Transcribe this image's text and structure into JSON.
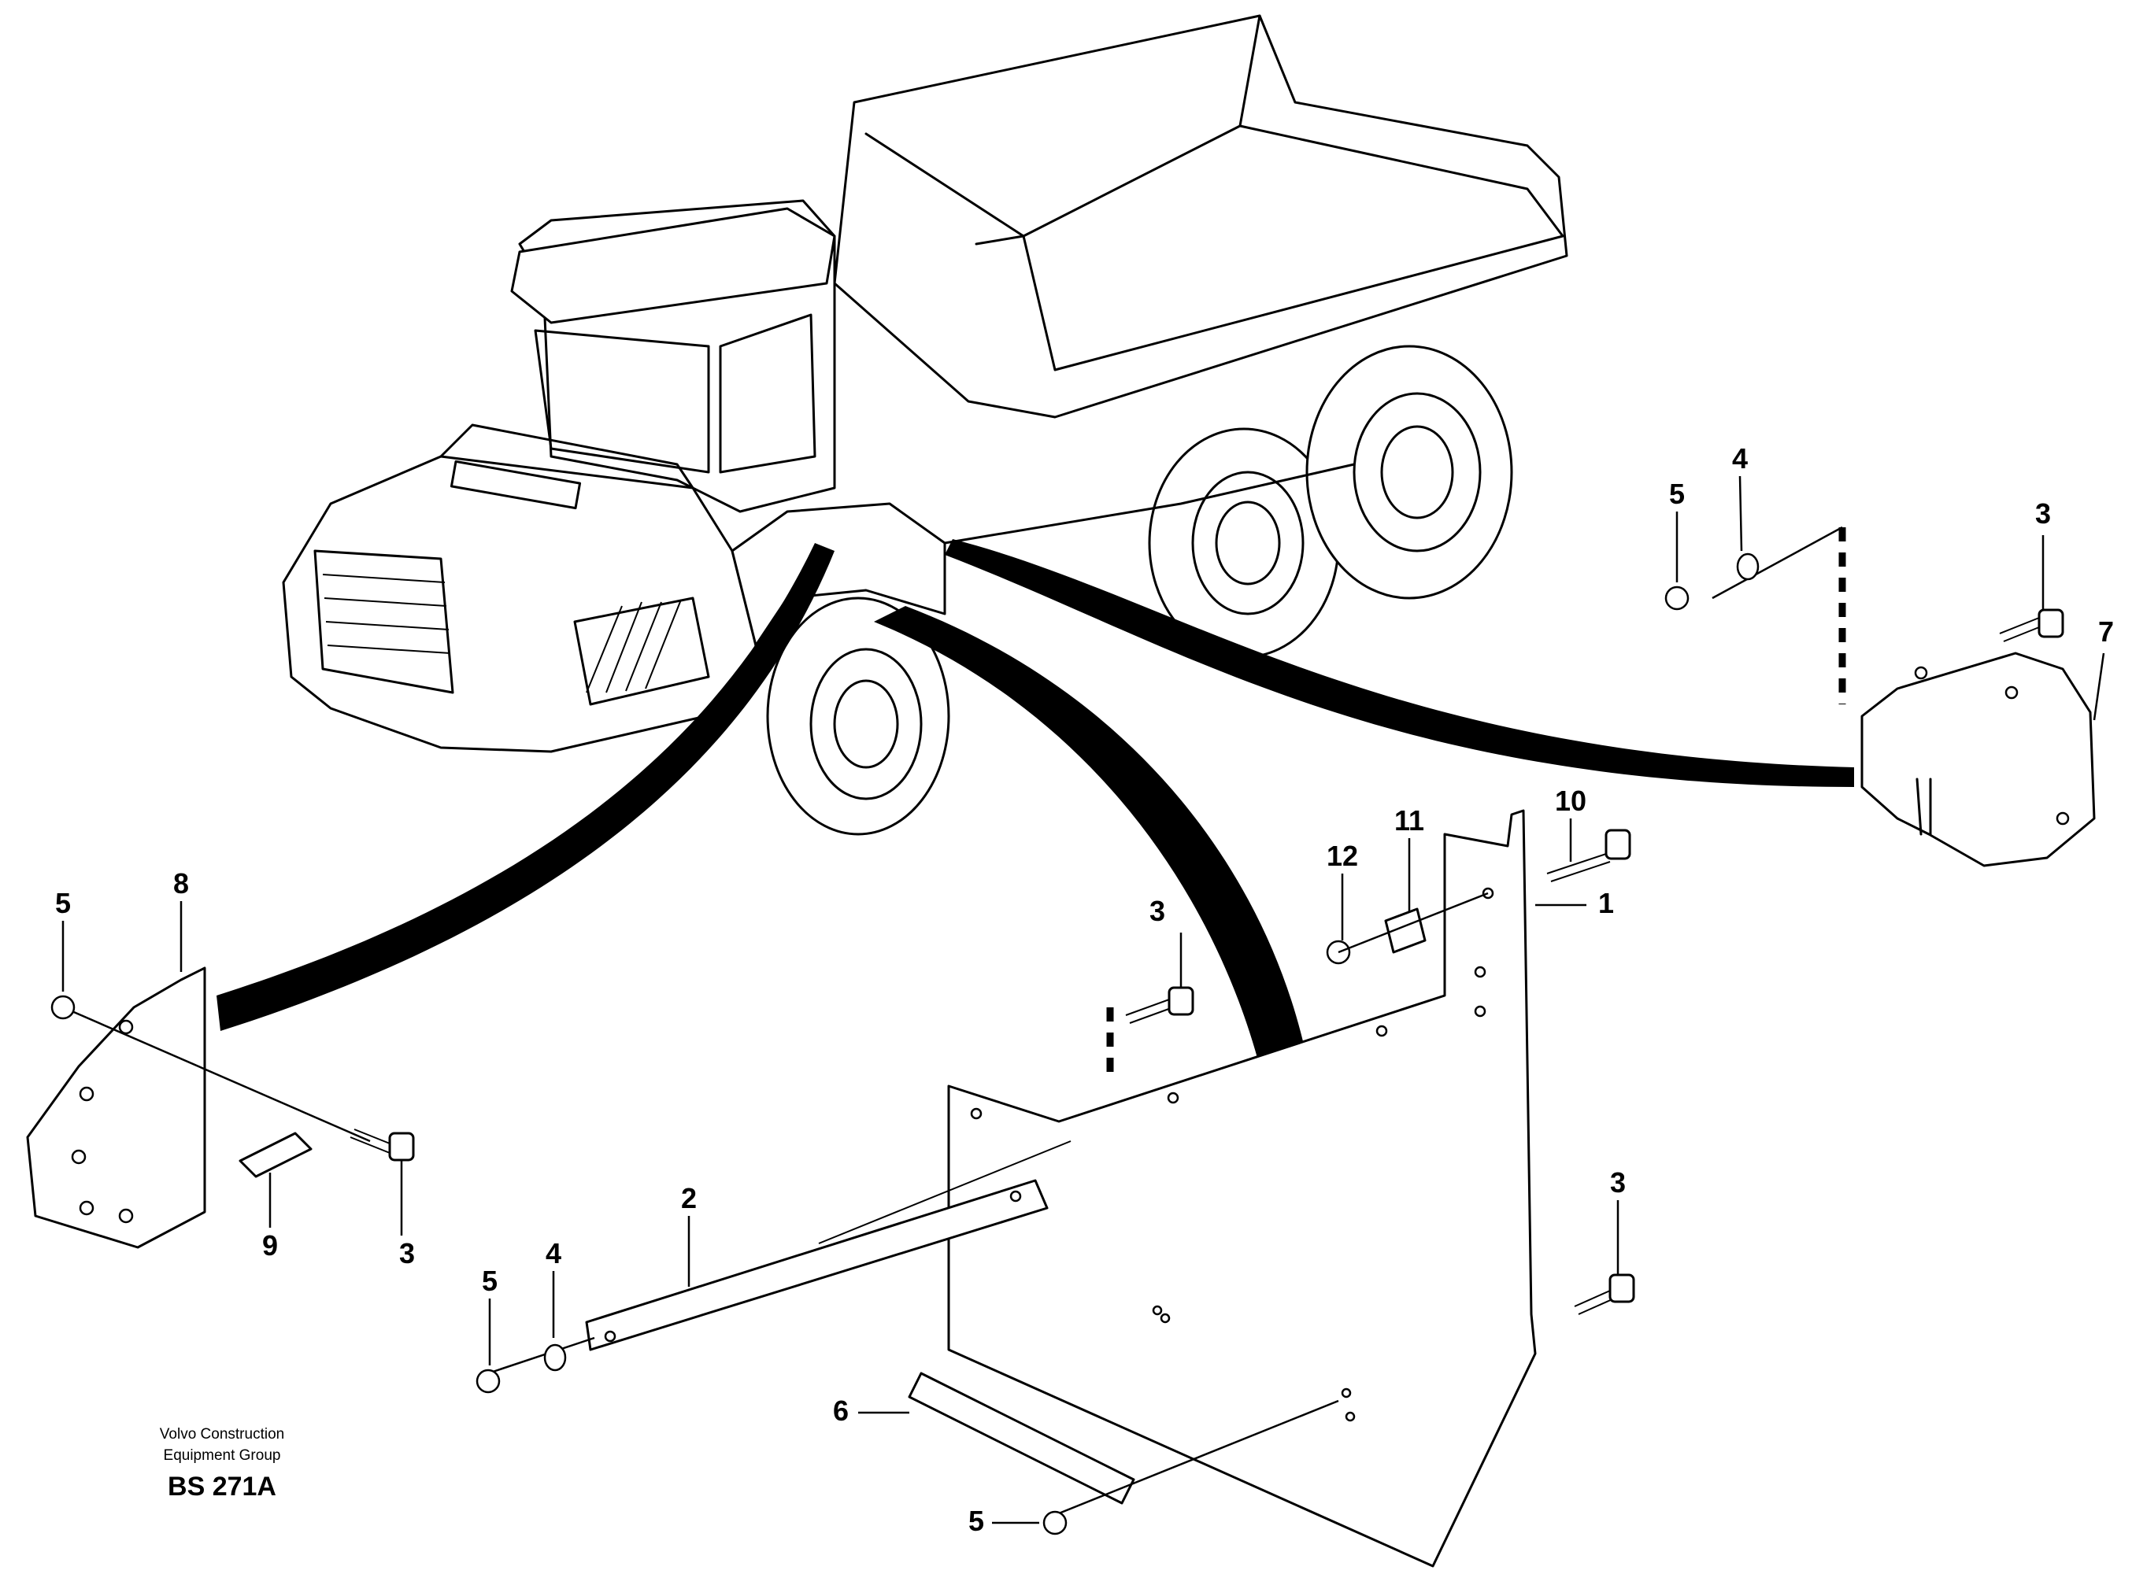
{
  "diagram": {
    "title": "",
    "callouts": [
      {
        "id": "c1",
        "label": "1"
      },
      {
        "id": "c2",
        "label": "2"
      },
      {
        "id": "c3a",
        "label": "3"
      },
      {
        "id": "c3b",
        "label": "3"
      },
      {
        "id": "c3c",
        "label": "3"
      },
      {
        "id": "c3d",
        "label": "3"
      },
      {
        "id": "c4a",
        "label": "4"
      },
      {
        "id": "c4b",
        "label": "4"
      },
      {
        "id": "c5a",
        "label": "5"
      },
      {
        "id": "c5b",
        "label": "5"
      },
      {
        "id": "c5c",
        "label": "5"
      },
      {
        "id": "c5d",
        "label": "5"
      },
      {
        "id": "c6",
        "label": "6"
      },
      {
        "id": "c7",
        "label": "7"
      },
      {
        "id": "c8",
        "label": "8"
      },
      {
        "id": "c9",
        "label": "9"
      },
      {
        "id": "c10",
        "label": "10"
      },
      {
        "id": "c11",
        "label": "11"
      },
      {
        "id": "c12",
        "label": "12"
      }
    ],
    "footer": {
      "line1": "Volvo Construction",
      "line2": "Equipment Group",
      "code": "BS 271A"
    }
  }
}
